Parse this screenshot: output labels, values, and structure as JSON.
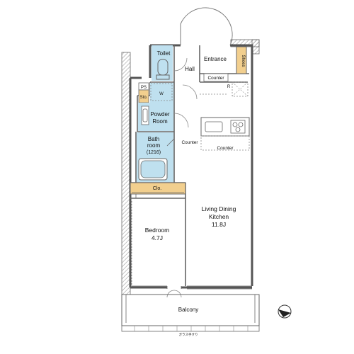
{
  "rooms": {
    "toilet": "Toilet",
    "hall": "Hall",
    "entrance": "Entrance",
    "shoes": "Shoes",
    "counter_entry": "Counter",
    "ps": "PS",
    "sto": "Sto.",
    "w": "W",
    "r": "R",
    "powder_line1": "Powder",
    "powder_line2": "Room",
    "bath_line1": "Bath",
    "bath_line2": "room",
    "bath_size": "(1216)",
    "counter_left": "Counter",
    "counter_right": "Counter",
    "clo": "Clo.",
    "ldk_line1": "Living Dining",
    "ldk_line2": "Kitchen",
    "ldk_size": "11.8J",
    "bedroom": "Bedroom",
    "bedroom_size": "4.7J",
    "balcony": "Balcony",
    "glass_note": "ガラス手すり"
  },
  "colors": {
    "wet_area": "#bfe0ef",
    "storage": "#f2cf8e",
    "wall": "#555555",
    "hatch": "#8a8a8a"
  },
  "icons": [
    "north-arrow-icon"
  ]
}
